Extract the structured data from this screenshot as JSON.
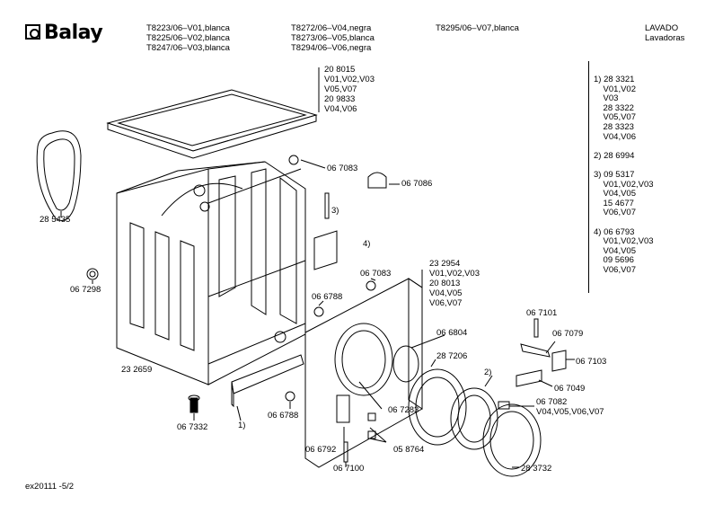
{
  "header": {
    "brand": "Balay",
    "models_col1": [
      "T8223/06–V01,blanca",
      "T8225/06–V02,blanca",
      "T8247/06–V03,blanca"
    ],
    "models_col2": [
      "T8272/06–V04,negra",
      "T8273/06–V05,blanca",
      "T8294/06–V06,negra"
    ],
    "models_col3": [
      "T8295/06–V07,blanca"
    ],
    "section": [
      "LAVADO",
      "Lavadoras"
    ]
  },
  "parts": {
    "top_cover": [
      "20 8015",
      "V01,V02,V03",
      "V05,V07",
      "20 9833",
      "V04,V06"
    ],
    "p285435": "28 5435",
    "p067298": "06 7298",
    "p232659": "23 2659",
    "p067332": "06 7332",
    "p067083a": "06 7083",
    "p067086": "06 7086",
    "ref3": "3)",
    "ref4": "4)",
    "front_panel": [
      "23 2954",
      "V01,V02,V03",
      "20 8013",
      "V04,V05",
      "V06,V07"
    ],
    "p067083b": "06 7083",
    "p066788a": "06 6788",
    "p066788b": "06 6788",
    "ref1": "1)",
    "p066804": "06 6804",
    "p287206": "28 7206",
    "ref2": "2)",
    "p067283": "06 7283",
    "p066792": "06 6792",
    "p058764": "05 8764",
    "p067100": "06 7100",
    "p067101": "06 7101",
    "p067079": "06 7079",
    "p067103": "06 7103",
    "p067049": "06 7049",
    "p067082": [
      "06 7082",
      "V04,V05,V06,V07"
    ],
    "p283732": "28 3732"
  },
  "notes": [
    "1) 28 3321",
    "    V01,V02",
    "    V03",
    "    28 3322",
    "    V05,V07",
    "    28 3323",
    "    V04,V06",
    "",
    "2) 28 6994",
    "",
    "3) 09 5317",
    "    V01,V02,V03",
    "    V04,V05",
    "    15 4677",
    "    V06,V07",
    "",
    "4) 06 6793",
    "    V01,V02,V03",
    "    V04,V05",
    "    09 5696",
    "    V06,V07"
  ],
  "footer": "ex20111 -5/2"
}
